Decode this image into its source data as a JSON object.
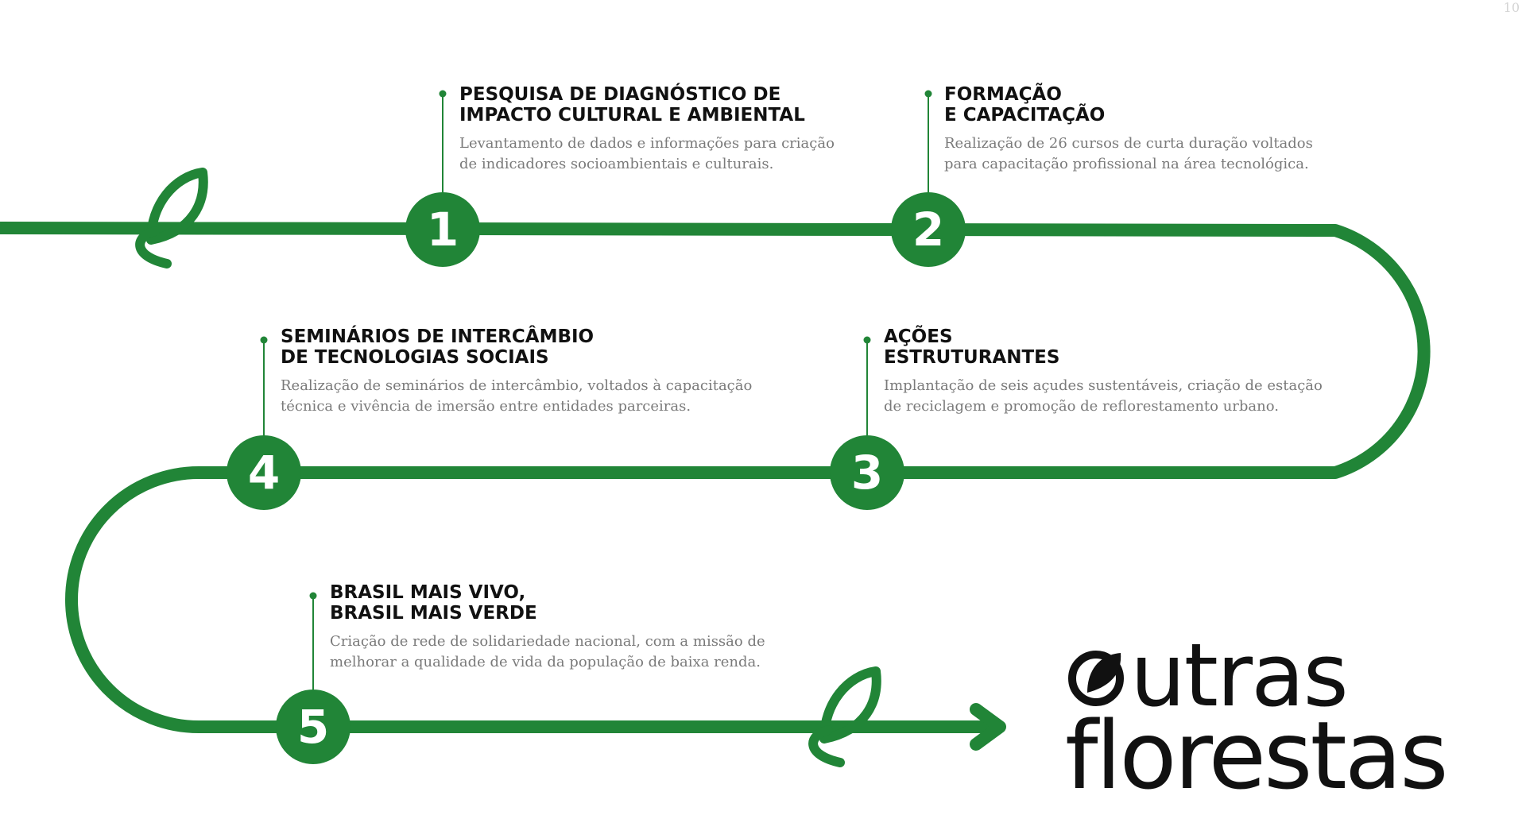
{
  "page_number": "10",
  "colors": {
    "accent": "#218537",
    "title": "#111111",
    "description": "#7a7a7a"
  },
  "steps": [
    {
      "number": "1",
      "title_lines": [
        "PESQUISA DE DIAGNÓSTICO DE",
        "IMPACTO CULTURAL E AMBIENTAL"
      ],
      "description_lines": [
        "Levantamento de dados e informações para criação",
        "de indicadores socioambientais e culturais."
      ]
    },
    {
      "number": "2",
      "title_lines": [
        "FORMAÇÃO",
        "E CAPACITAÇÃO"
      ],
      "description_lines": [
        "Realização de 26 cursos de curta duração voltados",
        "para capacitação profissional na área tecnológica."
      ]
    },
    {
      "number": "3",
      "title_lines": [
        "AÇÕES",
        "ESTRUTURANTES"
      ],
      "description_lines": [
        "Implantação de seis açudes sustentáveis, criação de estação",
        "de reciclagem e promoção de reflorestamento urbano."
      ]
    },
    {
      "number": "4",
      "title_lines": [
        "SEMINÁRIOS DE INTERCÂMBIO",
        "DE TECNOLOGIAS SOCIAIS"
      ],
      "description_lines": [
        "Realização de seminários de intercâmbio, voltados à capacitação",
        "técnica e vivência de imersão entre entidades parceiras."
      ]
    },
    {
      "number": "5",
      "title_lines": [
        "BRASIL MAIS VIVO,",
        "BRASIL MAIS VERDE"
      ],
      "description_lines": [
        "Criação de rede de solidariedade nacional, com a missão de",
        "melhorar a qualidade de vida da população de baixa renda."
      ]
    }
  ],
  "logo": {
    "line1": "utras",
    "line2": "florestas",
    "mark_icon": "leaf-o-icon"
  },
  "icons": [
    "leaf-icon",
    "arrow-right-icon"
  ]
}
